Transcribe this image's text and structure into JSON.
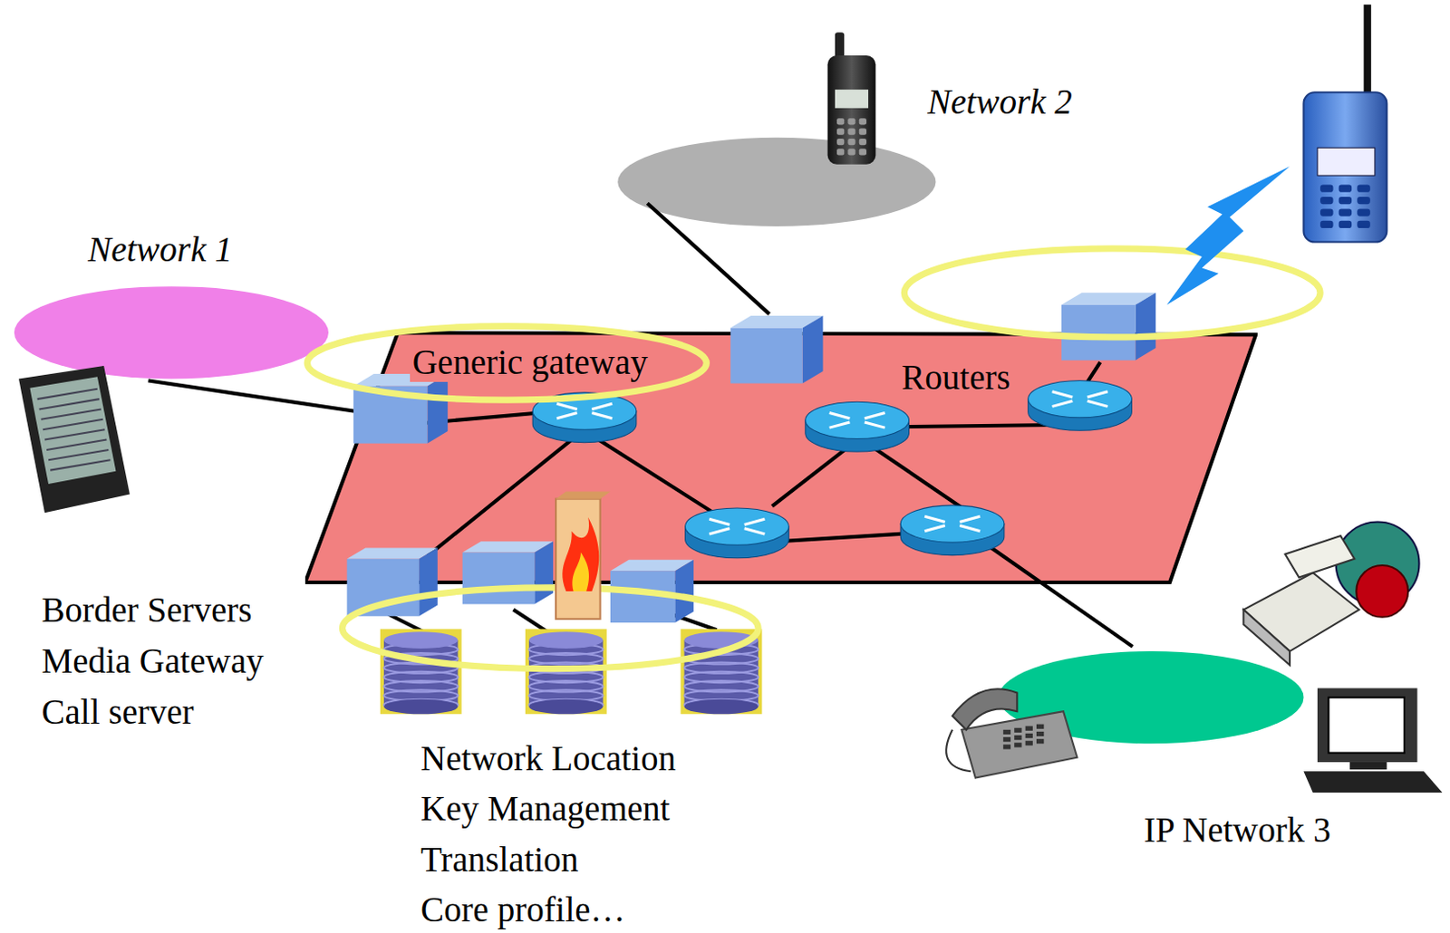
{
  "diagram": {
    "nodes": [
      {
        "text": [
          "Generic gateway",
          "Routers"
        ]
      }
    ],
    "labels": [
      "Network 1",
      "Network 2",
      "IP Network 3",
      "Border Servers",
      "Media Gateway",
      "Call server",
      "Network Location",
      "Key Management",
      "Translation",
      "Core profile…"
    ]
  }
}
